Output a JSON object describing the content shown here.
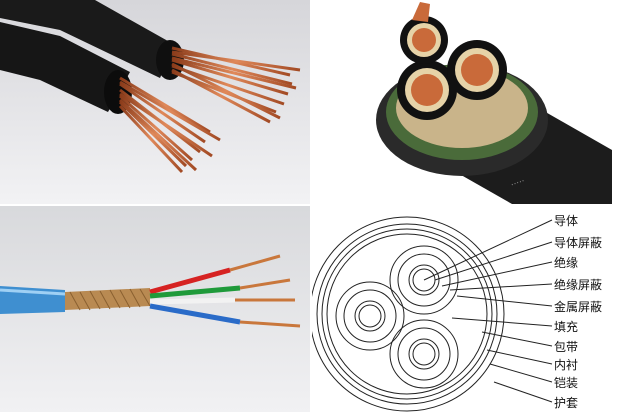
{
  "panels": [
    {
      "id": "stranded-copper-cable-photo"
    },
    {
      "id": "three-core-hv-cable-photo"
    },
    {
      "id": "shielded-signal-cable-photo"
    },
    {
      "id": "cable-cross-section-diagram"
    }
  ],
  "diagram": {
    "labels": [
      "导体",
      "导体屏蔽",
      "绝缘",
      "绝缘屏蔽",
      "金属屏蔽",
      "填充",
      "包带",
      "内衬",
      "铠装",
      "护套"
    ]
  }
}
